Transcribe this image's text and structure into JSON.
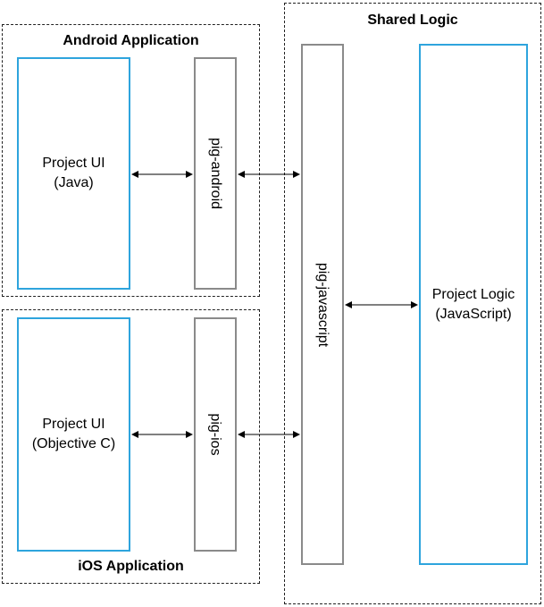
{
  "groups": {
    "android": {
      "title": "Android Application"
    },
    "ios": {
      "title": "iOS Application"
    },
    "shared": {
      "title": "Shared Logic"
    }
  },
  "boxes": {
    "android_ui": {
      "line1": "Project UI",
      "line2": "(Java)"
    },
    "pig_android": {
      "label": "pig-android"
    },
    "ios_ui": {
      "line1": "Project UI",
      "line2": "(Objective C)"
    },
    "pig_ios": {
      "label": "pig-ios"
    },
    "pig_javascript": {
      "label": "pig-javascript"
    },
    "project_logic": {
      "line1": "Project Logic",
      "line2": "(JavaScript)"
    }
  },
  "colors": {
    "blue_border": "#2ea4dd",
    "gray_border": "#8a8a8a",
    "dashed": "#222222"
  }
}
